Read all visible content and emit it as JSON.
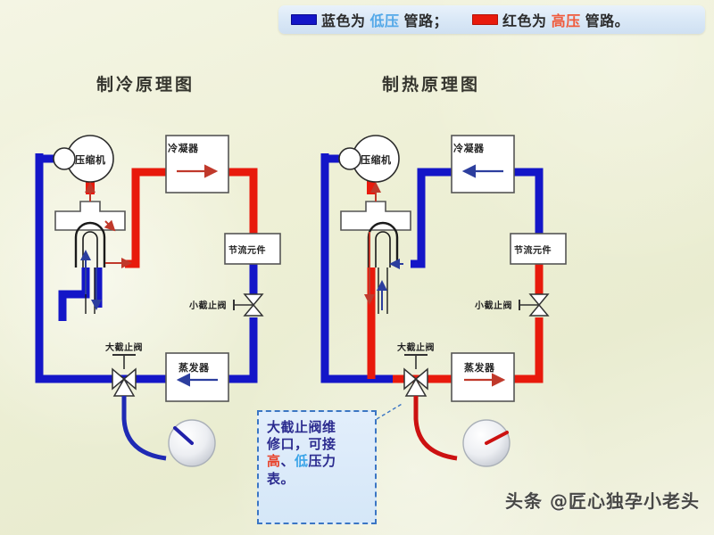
{
  "legend": {
    "blue_swatch": "blue-line-swatch",
    "blue_prefix": "蓝色为",
    "blue_highlight": "低压",
    "blue_suffix": "管路；",
    "red_swatch": "red-line-swatch",
    "red_prefix": "红色为",
    "red_highlight": "高压",
    "red_suffix": "管路。",
    "blue_color": "#1416c8",
    "red_color": "#e81a0c"
  },
  "titles": {
    "cooling": "制冷原理图",
    "heating": "制热原理图"
  },
  "cooling": {
    "compressor": "压缩机",
    "condenser": "冷凝器",
    "throttle": "节流元件",
    "small_valve": "小截止阀",
    "large_valve": "大截止阀",
    "evaporator": "蒸发器",
    "gauge": "low-pressure-gauge",
    "gauge_color": "#2222aa"
  },
  "heating": {
    "compressor": "压缩机",
    "condenser": "冷凝器",
    "throttle": "节流元件",
    "small_valve": "小截止阀",
    "large_valve": "大截止阀",
    "evaporator": "蒸发器",
    "gauge": "high-pressure-gauge",
    "gauge_color": "#cc1111"
  },
  "callout": {
    "line1": "大截止阀维",
    "line2": "修口，可接",
    "line3_red": "高",
    "line3_mid": "、",
    "line3_blue": "低",
    "line3_rest": "压力",
    "line4": "表。"
  },
  "watermark": {
    "text": "头条 @匠心独孕小老头"
  },
  "colors": {
    "background": "#eef0d6",
    "pipe_blue": "#1416c8",
    "pipe_red": "#e81a0c",
    "box_stroke": "#555555"
  }
}
